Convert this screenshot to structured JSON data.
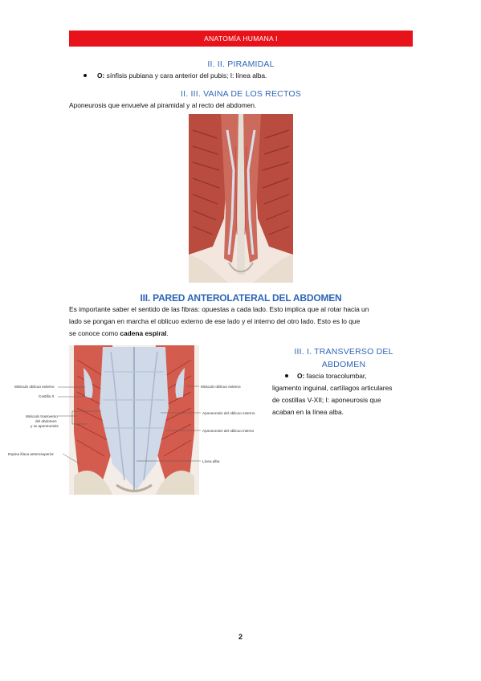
{
  "header": {
    "title": "ANATOMÍA HUMANA I"
  },
  "sections": {
    "piramidal": {
      "heading": "II. II. PIRAMIDAL",
      "bullet_label": "O:",
      "bullet_text": " sínfisis pubiana y cara anterior del pubis; I: línea alba."
    },
    "vaina": {
      "heading": "II. III. VAINA DE LOS RECTOS",
      "text": "Aponeurosis que envuelve al piramidal y al recto del abdomen."
    },
    "pared": {
      "heading": "III. PARED ANTEROLATERAL DEL ABDOMEN",
      "line1": "Es importante saber el sentido de las fibras: opuestas a cada lado. Esto implica que al rotar hacia un",
      "line2": "lado se pongan en marcha el oblicuo externo de ese lado y el interno del otro lado. Esto es lo que",
      "line3_pre": "se conoce como ",
      "line3_bold": "cadena espiral",
      "line3_post": "."
    },
    "transverso": {
      "heading_line1": "III. I. TRANSVERSO DEL",
      "heading_line2": "ABDOMEN",
      "bullet_label": "O:",
      "line1": " fascia toracolumbar,",
      "line2": "ligamento inguinal, cartílagos articulares",
      "line3": "de costillas V-XII; I: aponeurosis que",
      "line4": "acaban en la línea alba."
    }
  },
  "figure2": {
    "labels_left": [
      "Músculo oblicuo externo",
      "Costilla X",
      "Músculo transverso",
      "del abdomen",
      "y su aponeurosis",
      "Espina ilíaca anterosuperior"
    ],
    "labels_right": [
      "Músculo oblicuo externo",
      "Aponeurosis del oblicuo externo",
      "Aponeurosis del oblicuo interno",
      "Línea alba"
    ]
  },
  "footer": {
    "page_number": "2"
  },
  "colors": {
    "accent": "#e8131a",
    "heading": "#2e66b5",
    "muscle": "#c9504a",
    "fascia": "#c8d4e6"
  }
}
